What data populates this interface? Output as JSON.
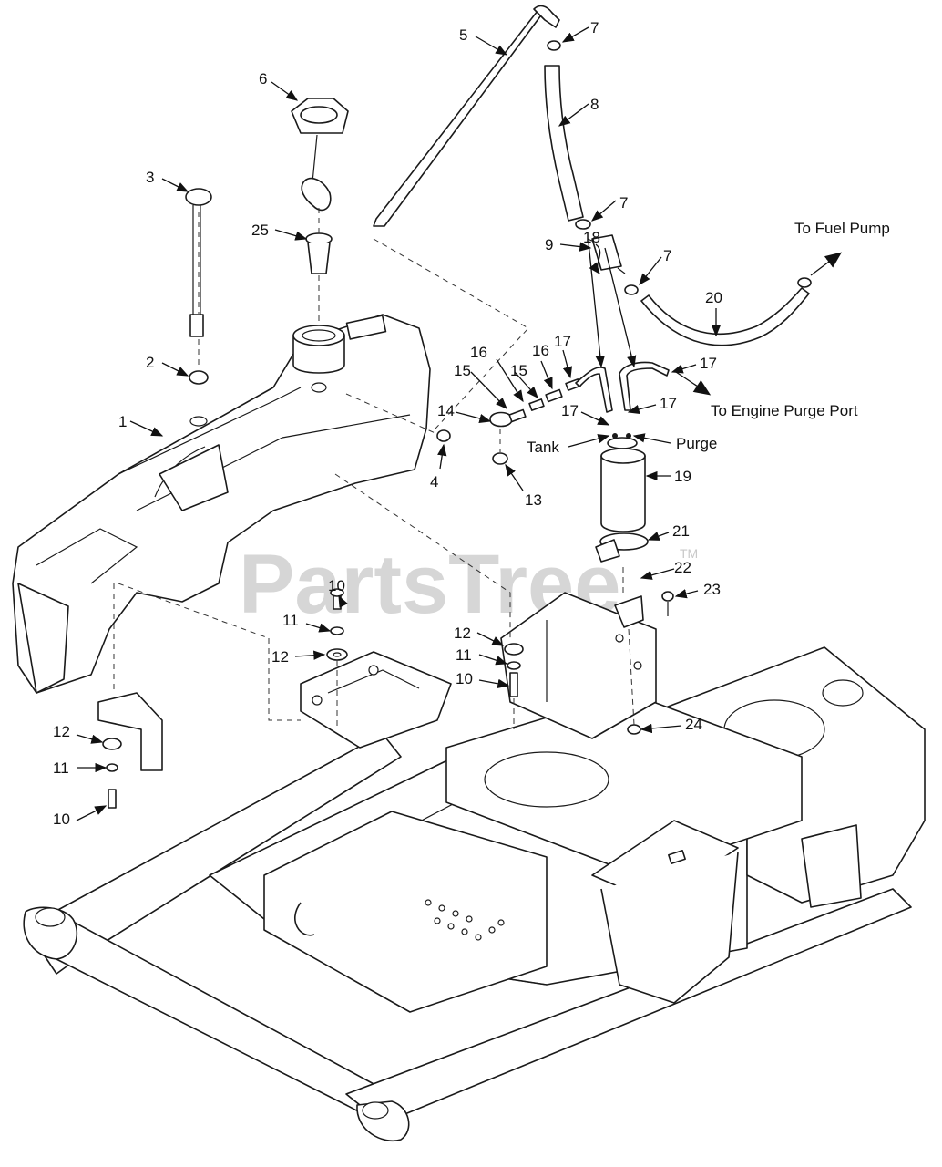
{
  "diagram": {
    "watermark": "PartsTree",
    "watermark_tm": "TM",
    "callouts": {
      "c1": "1",
      "c2": "2",
      "c3": "3",
      "c4": "4",
      "c5": "5",
      "c6": "6",
      "c7a": "7",
      "c7b": "7",
      "c7c": "7",
      "c8": "8",
      "c9": "9",
      "c10a": "10",
      "c10b": "10",
      "c10c": "10",
      "c11a": "11",
      "c11b": "11",
      "c11c": "11",
      "c12a": "12",
      "c12b": "12",
      "c12c": "12",
      "c13": "13",
      "c14": "14",
      "c15a": "15",
      "c15b": "15",
      "c16a": "16",
      "c16b": "16",
      "c17a": "17",
      "c17b": "17",
      "c17c": "17",
      "c17d": "17",
      "c18": "18",
      "c19": "19",
      "c20": "20",
      "c21": "21",
      "c22": "22",
      "c23": "23",
      "c24": "24",
      "c25": "25"
    },
    "notes": {
      "fuel_pump": "To Fuel Pump",
      "engine_purge": "To Engine Purge Port",
      "tank": "Tank",
      "purge": "Purge"
    }
  }
}
